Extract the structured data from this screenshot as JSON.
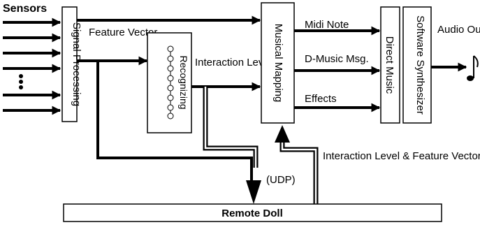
{
  "sensors_label": "Sensors",
  "blocks": {
    "signal_processing": "Signal Processing",
    "recognizing": "Recognizing",
    "musical_mapping": "Musical Mapping",
    "direct_music": "Direct Music",
    "software_synthesizer": "Software Synthesizer",
    "remote_doll": "Remote Doll"
  },
  "labels": {
    "feature_vector": "Feature Vector",
    "interaction_level": "Interaction Level",
    "midi_note": "Midi Note",
    "d_music_msg": "D-Music Msg.",
    "effects": "Effects",
    "audio_output": "Audio Output",
    "udp": "(UDP)",
    "interaction_level_feature_vector": "Interaction Level & Feature Vector"
  },
  "icons": {
    "sensor_ellipsis": "vertical-ellipsis",
    "audio_output": "music-note"
  }
}
